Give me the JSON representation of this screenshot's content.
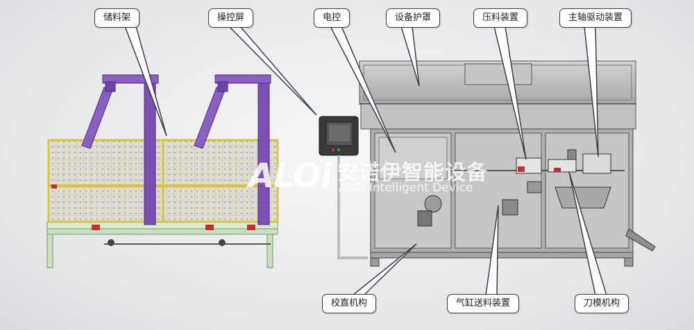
{
  "callouts": {
    "storage_rack": "储料架",
    "control_screen": "操控屏",
    "electric_control": "电控",
    "protective_cover": "设备护罩",
    "pressing_device": "压料装置",
    "spindle_drive": "主轴驱动装置",
    "straightening": "校直机构",
    "cylinder_feed": "气缸送料装置",
    "die_mechanism": "刀模机构"
  },
  "watermark": {
    "logo": "ALOi",
    "name_cn": "安诺伊智能设备",
    "name_en": "ALOi Intelligent Device"
  },
  "colors": {
    "rack_frame": "#7b4fb3",
    "base_frame": "#c8e2c0",
    "mesh": "#e1cf3c",
    "machine_body": "#b8b8b8",
    "callout_border": "#3b3f4a"
  }
}
